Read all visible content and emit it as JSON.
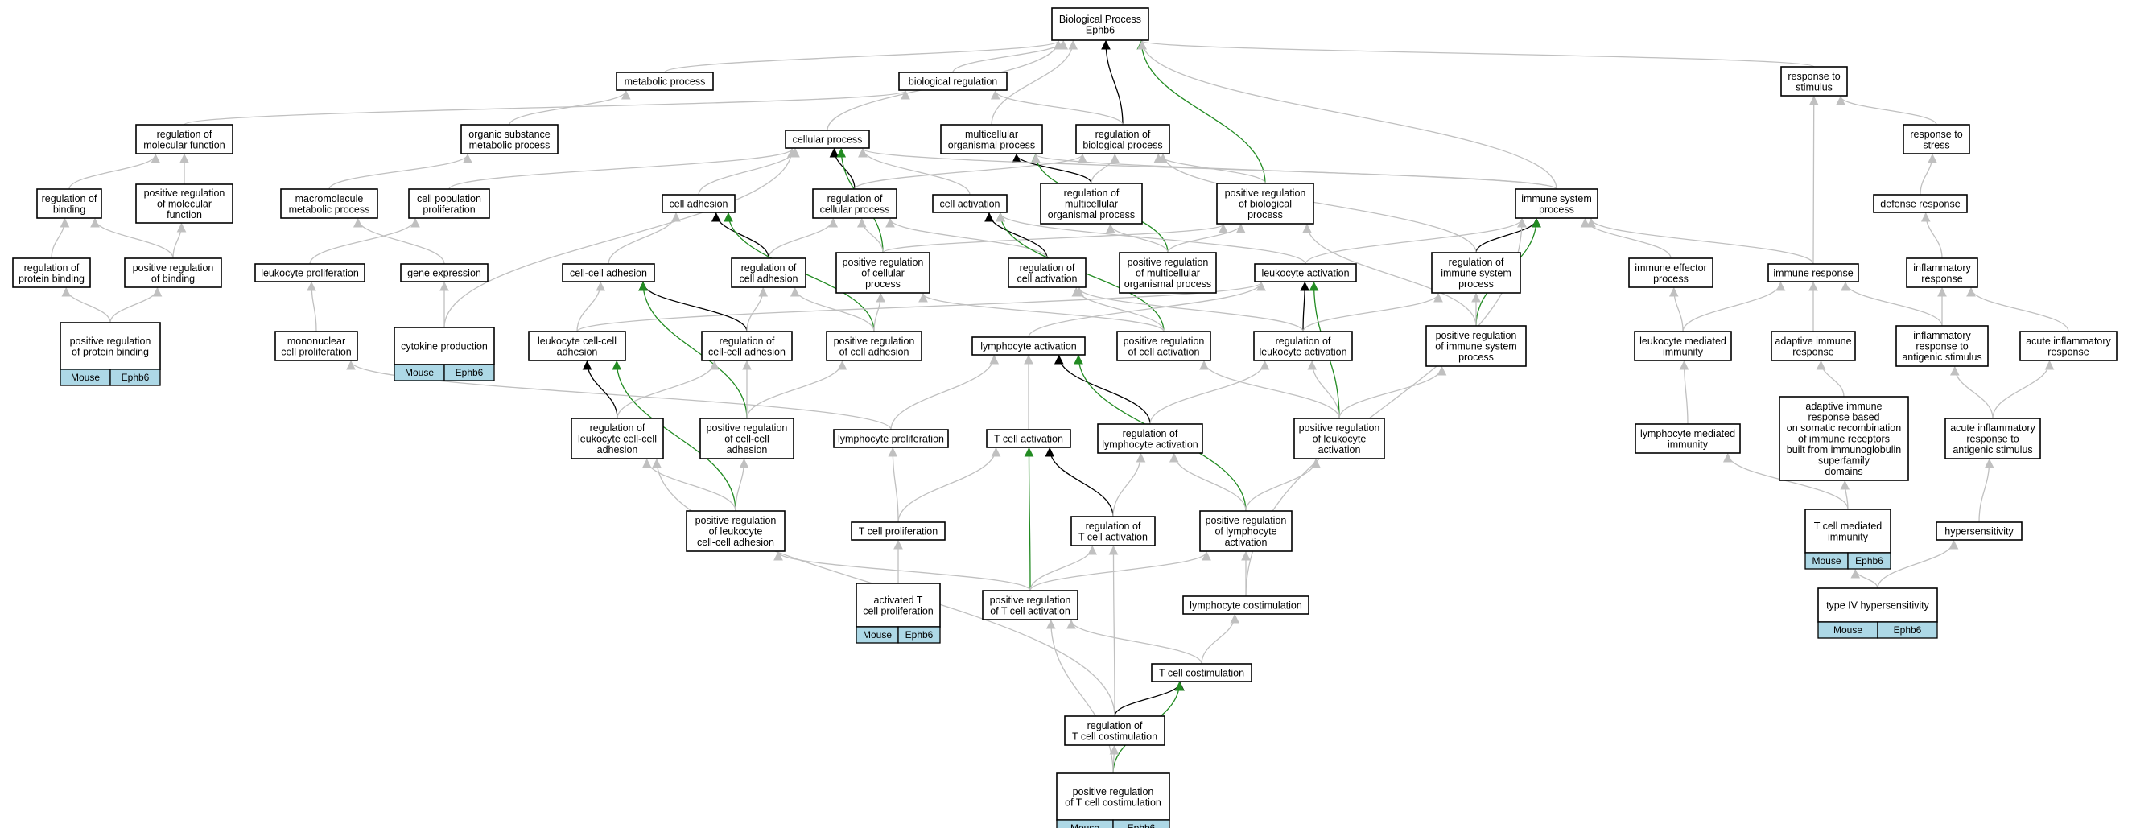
{
  "colors": {
    "is_a": "#c0c0c0",
    "part_of": "#000000",
    "positively_regulates": "#228b22",
    "tag_fill": "#add8e6"
  },
  "tag": {
    "organism": "Mouse",
    "gene": "Ephb6"
  },
  "nodes": {
    "bp": {
      "lines": [
        "Biological Process",
        "Ephb6"
      ]
    },
    "mp": {
      "lines": [
        "metabolic process"
      ]
    },
    "breg": {
      "lines": [
        "biological regulation"
      ]
    },
    "rts": {
      "lines": [
        "response to",
        "stimulus"
      ]
    },
    "rmf": {
      "lines": [
        "regulation of",
        "molecular function"
      ]
    },
    "osmp": {
      "lines": [
        "organic substance",
        "metabolic process"
      ]
    },
    "cp": {
      "lines": [
        "cellular process"
      ]
    },
    "mop": {
      "lines": [
        "multicellular",
        "organismal process"
      ]
    },
    "rbp": {
      "lines": [
        "regulation of",
        "biological process"
      ]
    },
    "rstress": {
      "lines": [
        "response to",
        "stress"
      ]
    },
    "rbind": {
      "lines": [
        "regulation of",
        "binding"
      ]
    },
    "prmf": {
      "lines": [
        "positive regulation",
        "of molecular",
        "function"
      ]
    },
    "mmp": {
      "lines": [
        "macromolecule",
        "metabolic process"
      ]
    },
    "cpp": {
      "lines": [
        "cell population",
        "proliferation"
      ]
    },
    "cadh": {
      "lines": [
        "cell adhesion"
      ]
    },
    "rcp": {
      "lines": [
        "regulation of",
        "cellular process"
      ]
    },
    "cact": {
      "lines": [
        "cell activation"
      ]
    },
    "rmop": {
      "lines": [
        "regulation of",
        "multicellular",
        "organismal process"
      ]
    },
    "prbp": {
      "lines": [
        "positive regulation",
        "of biological",
        "process"
      ]
    },
    "isp": {
      "lines": [
        "immune system",
        "process"
      ]
    },
    "defr": {
      "lines": [
        "defense response"
      ]
    },
    "rpb": {
      "lines": [
        "regulation of",
        "protein binding"
      ]
    },
    "prb": {
      "lines": [
        "positive regulation",
        "of binding"
      ]
    },
    "lprol": {
      "lines": [
        "leukocyte proliferation"
      ]
    },
    "gexp": {
      "lines": [
        "gene expression"
      ]
    },
    "ccadh": {
      "lines": [
        "cell-cell adhesion"
      ]
    },
    "rcadh": {
      "lines": [
        "regulation of",
        "cell adhesion"
      ]
    },
    "prcp": {
      "lines": [
        "positive regulation",
        "of cellular",
        "process"
      ]
    },
    "rcact": {
      "lines": [
        "regulation of",
        "cell activation"
      ]
    },
    "prmop": {
      "lines": [
        "positive regulation",
        "of multicellular",
        "organismal process"
      ]
    },
    "lact": {
      "lines": [
        "leukocyte activation"
      ]
    },
    "risp": {
      "lines": [
        "regulation of",
        "immune system",
        "process"
      ]
    },
    "iep": {
      "lines": [
        "immune effector",
        "process"
      ]
    },
    "ir": {
      "lines": [
        "immune response"
      ]
    },
    "infr": {
      "lines": [
        "inflammatory",
        "response"
      ]
    },
    "prpb": {
      "lines": [
        "positive regulation",
        "of protein binding"
      ],
      "tag": true
    },
    "mcp": {
      "lines": [
        "mononuclear",
        "cell proliferation"
      ]
    },
    "cprod": {
      "lines": [
        "cytokine production"
      ],
      "tag": true
    },
    "lccadh": {
      "lines": [
        "leukocyte cell-cell",
        "adhesion"
      ]
    },
    "rccadh": {
      "lines": [
        "regulation of",
        "cell-cell adhesion"
      ]
    },
    "prcadh": {
      "lines": [
        "positive regulation",
        "of cell adhesion"
      ]
    },
    "lyact": {
      "lines": [
        "lymphocyte activation"
      ]
    },
    "prcact": {
      "lines": [
        "positive regulation",
        "of cell activation"
      ]
    },
    "rlact": {
      "lines": [
        "regulation of",
        "leukocyte activation"
      ]
    },
    "prisp": {
      "lines": [
        "positive regulation",
        "of immune system",
        "process"
      ]
    },
    "lmi": {
      "lines": [
        "leukocyte mediated",
        "immunity"
      ]
    },
    "air": {
      "lines": [
        "adaptive immune",
        "response"
      ]
    },
    "irtas": {
      "lines": [
        "inflammatory",
        "response to",
        "antigenic stimulus"
      ]
    },
    "aifr": {
      "lines": [
        "acute inflammatory",
        "response"
      ]
    },
    "rlccadh": {
      "lines": [
        "regulation of",
        "leukocyte cell-cell",
        "adhesion"
      ]
    },
    "prccadh": {
      "lines": [
        "positive regulation",
        "of cell-cell",
        "adhesion"
      ]
    },
    "lyprol": {
      "lines": [
        "lymphocyte proliferation"
      ]
    },
    "tcact": {
      "lines": [
        "T cell activation"
      ]
    },
    "rlyact": {
      "lines": [
        "regulation of",
        "lymphocyte activation"
      ]
    },
    "prlact": {
      "lines": [
        "positive regulation",
        "of leukocyte",
        "activation"
      ]
    },
    "lymi": {
      "lines": [
        "lymphocyte mediated",
        "immunity"
      ]
    },
    "airsr": {
      "lines": [
        "adaptive immune",
        "response based",
        "on somatic recombination",
        "of immune receptors",
        "built from immunoglobulin",
        "superfamily",
        "domains"
      ]
    },
    "airtas": {
      "lines": [
        "acute inflammatory",
        "response to",
        "antigenic stimulus"
      ]
    },
    "prlccadh": {
      "lines": [
        "positive regulation",
        "of leukocyte",
        "cell-cell adhesion"
      ]
    },
    "tcprol": {
      "lines": [
        "T cell proliferation"
      ]
    },
    "rtcact": {
      "lines": [
        "regulation of",
        "T cell activation"
      ]
    },
    "prlyact": {
      "lines": [
        "positive regulation",
        "of lymphocyte",
        "activation"
      ]
    },
    "tcmi": {
      "lines": [
        "T cell mediated",
        "immunity"
      ],
      "tag": true
    },
    "hyper": {
      "lines": [
        "hypersensitivity"
      ]
    },
    "atcprol": {
      "lines": [
        "activated T",
        "cell proliferation"
      ],
      "tag": true
    },
    "prtcact": {
      "lines": [
        "positive regulation",
        "of T cell activation"
      ]
    },
    "lycost": {
      "lines": [
        "lymphocyte costimulation"
      ]
    },
    "t4h": {
      "lines": [
        "type IV hypersensitivity"
      ],
      "tag": true
    },
    "tccost": {
      "lines": [
        "T cell costimulation"
      ]
    },
    "rtccost": {
      "lines": [
        "regulation of",
        "T cell costimulation"
      ]
    },
    "prtccost": {
      "lines": [
        "positive regulation",
        "of T cell costimulation"
      ],
      "tag": true
    }
  },
  "edges": [
    [
      "mp",
      "bp",
      "is_a"
    ],
    [
      "breg",
      "bp",
      "is_a"
    ],
    [
      "rts",
      "bp",
      "is_a"
    ],
    [
      "cp",
      "bp",
      "is_a"
    ],
    [
      "mop",
      "bp",
      "is_a"
    ],
    [
      "rbp",
      "bp",
      "part_of"
    ],
    [
      "prbp",
      "bp",
      "positively_regulates"
    ],
    [
      "isp",
      "bp",
      "is_a"
    ],
    [
      "rmf",
      "breg",
      "is_a"
    ],
    [
      "osmp",
      "mp",
      "is_a"
    ],
    [
      "rbp",
      "breg",
      "is_a"
    ],
    [
      "mmp",
      "osmp",
      "is_a"
    ],
    [
      "rstress",
      "rts",
      "is_a"
    ],
    [
      "ir",
      "rts",
      "is_a"
    ],
    [
      "defr",
      "rstress",
      "is_a"
    ],
    [
      "infr",
      "defr",
      "is_a"
    ],
    [
      "rbind",
      "rmf",
      "is_a"
    ],
    [
      "prmf",
      "rmf",
      "is_a"
    ],
    [
      "rpb",
      "rbind",
      "is_a"
    ],
    [
      "prb",
      "rbind",
      "is_a"
    ],
    [
      "prb",
      "prmf",
      "is_a"
    ],
    [
      "prpb",
      "rpb",
      "is_a"
    ],
    [
      "prpb",
      "prb",
      "is_a"
    ],
    [
      "gexp",
      "mmp",
      "is_a"
    ],
    [
      "cprod",
      "gexp",
      "is_a"
    ],
    [
      "cprod",
      "cp",
      "is_a"
    ],
    [
      "cpp",
      "cp",
      "is_a"
    ],
    [
      "lprol",
      "cpp",
      "is_a"
    ],
    [
      "mcp",
      "lprol",
      "is_a"
    ],
    [
      "lyprol",
      "mcp",
      "is_a"
    ],
    [
      "cadh",
      "cp",
      "is_a"
    ],
    [
      "rcp",
      "cp",
      "part_of"
    ],
    [
      "rcp",
      "rbp",
      "is_a"
    ],
    [
      "cact",
      "cp",
      "is_a"
    ],
    [
      "prcp",
      "cp",
      "positively_regulates"
    ],
    [
      "prcp",
      "rcp",
      "is_a"
    ],
    [
      "rmop",
      "mop",
      "part_of"
    ],
    [
      "rmop",
      "rbp",
      "is_a"
    ],
    [
      "prmop",
      "mop",
      "positively_regulates"
    ],
    [
      "prmop",
      "rmop",
      "is_a"
    ],
    [
      "prmop",
      "prbp",
      "is_a"
    ],
    [
      "prcp",
      "prbp",
      "is_a"
    ],
    [
      "prbp",
      "rbp",
      "is_a"
    ],
    [
      "isp",
      "mop",
      "is_a"
    ],
    [
      "isp",
      "cp",
      "is_a"
    ],
    [
      "ccadh",
      "cadh",
      "is_a"
    ],
    [
      "rcadh",
      "cadh",
      "part_of"
    ],
    [
      "rcadh",
      "rcp",
      "is_a"
    ],
    [
      "prcadh",
      "cadh",
      "positively_regulates"
    ],
    [
      "prcadh",
      "rcadh",
      "is_a"
    ],
    [
      "prcadh",
      "prcp",
      "is_a"
    ],
    [
      "rcact",
      "cact",
      "part_of"
    ],
    [
      "rcact",
      "rcp",
      "is_a"
    ],
    [
      "prcact",
      "cact",
      "positively_regulates"
    ],
    [
      "prcact",
      "rcact",
      "is_a"
    ],
    [
      "prcact",
      "prcp",
      "is_a"
    ],
    [
      "lact",
      "cact",
      "is_a"
    ],
    [
      "lact",
      "isp",
      "is_a"
    ],
    [
      "risp",
      "isp",
      "part_of"
    ],
    [
      "risp",
      "rbp",
      "is_a"
    ],
    [
      "prisp",
      "isp",
      "positively_regulates"
    ],
    [
      "prisp",
      "risp",
      "is_a"
    ],
    [
      "prisp",
      "prbp",
      "is_a"
    ],
    [
      "iep",
      "isp",
      "is_a"
    ],
    [
      "ir",
      "isp",
      "is_a"
    ],
    [
      "lmi",
      "iep",
      "is_a"
    ],
    [
      "lmi",
      "ir",
      "is_a"
    ],
    [
      "air",
      "ir",
      "is_a"
    ],
    [
      "irtas",
      "infr",
      "is_a"
    ],
    [
      "irtas",
      "ir",
      "is_a"
    ],
    [
      "aifr",
      "infr",
      "is_a"
    ],
    [
      "lccadh",
      "ccadh",
      "is_a"
    ],
    [
      "lccadh",
      "lact",
      "is_a"
    ],
    [
      "rccadh",
      "ccadh",
      "part_of"
    ],
    [
      "rccadh",
      "rcadh",
      "is_a"
    ],
    [
      "prccadh",
      "ccadh",
      "positively_regulates"
    ],
    [
      "prccadh",
      "rccadh",
      "is_a"
    ],
    [
      "prccadh",
      "prcadh",
      "is_a"
    ],
    [
      "lyact",
      "lact",
      "is_a"
    ],
    [
      "rlact",
      "lact",
      "part_of"
    ],
    [
      "rlact",
      "rcact",
      "is_a"
    ],
    [
      "rlact",
      "risp",
      "is_a"
    ],
    [
      "prlact",
      "lact",
      "positively_regulates"
    ],
    [
      "prlact",
      "rlact",
      "is_a"
    ],
    [
      "prlact",
      "prcact",
      "is_a"
    ],
    [
      "prlact",
      "prisp",
      "is_a"
    ],
    [
      "rlccadh",
      "lccadh",
      "part_of"
    ],
    [
      "rlccadh",
      "rccadh",
      "is_a"
    ],
    [
      "prlccadh",
      "lccadh",
      "positively_regulates"
    ],
    [
      "prlccadh",
      "rlccadh",
      "is_a"
    ],
    [
      "prlccadh",
      "prccadh",
      "is_a"
    ],
    [
      "lyprol",
      "lyact",
      "is_a"
    ],
    [
      "tcact",
      "lyact",
      "is_a"
    ],
    [
      "rlyact",
      "lyact",
      "part_of"
    ],
    [
      "rlyact",
      "rlact",
      "is_a"
    ],
    [
      "prlyact",
      "lyact",
      "positively_regulates"
    ],
    [
      "prlyact",
      "rlyact",
      "is_a"
    ],
    [
      "prlyact",
      "prlact",
      "is_a"
    ],
    [
      "lymi",
      "lmi",
      "is_a"
    ],
    [
      "airsr",
      "air",
      "is_a"
    ],
    [
      "airtas",
      "irtas",
      "is_a"
    ],
    [
      "airtas",
      "aifr",
      "is_a"
    ],
    [
      "tcprol",
      "lyprol",
      "is_a"
    ],
    [
      "tcprol",
      "tcact",
      "is_a"
    ],
    [
      "rtcact",
      "tcact",
      "part_of"
    ],
    [
      "rtcact",
      "rlyact",
      "is_a"
    ],
    [
      "tcmi",
      "lymi",
      "is_a"
    ],
    [
      "tcmi",
      "airsr",
      "is_a"
    ],
    [
      "hyper",
      "airtas",
      "is_a"
    ],
    [
      "atcprol",
      "tcprol",
      "is_a"
    ],
    [
      "prtcact",
      "tcact",
      "positively_regulates"
    ],
    [
      "prtcact",
      "rtcact",
      "is_a"
    ],
    [
      "prtcact",
      "prlyact",
      "is_a"
    ],
    [
      "prtcact",
      "prlccadh",
      "is_a"
    ],
    [
      "lycost",
      "prlyact",
      "is_a"
    ],
    [
      "lycost",
      "isp",
      "is_a"
    ],
    [
      "t4h",
      "tcmi",
      "is_a"
    ],
    [
      "t4h",
      "hyper",
      "is_a"
    ],
    [
      "tccost",
      "lycost",
      "is_a"
    ],
    [
      "tccost",
      "prtcact",
      "is_a"
    ],
    [
      "rtccost",
      "tccost",
      "part_of"
    ],
    [
      "rtccost",
      "rtcact",
      "is_a"
    ],
    [
      "rtccost",
      "rlccadh",
      "is_a"
    ],
    [
      "prtccost",
      "tccost",
      "positively_regulates"
    ],
    [
      "prtccost",
      "rtccost",
      "is_a"
    ],
    [
      "prtccost",
      "prtcact",
      "is_a"
    ]
  ]
}
